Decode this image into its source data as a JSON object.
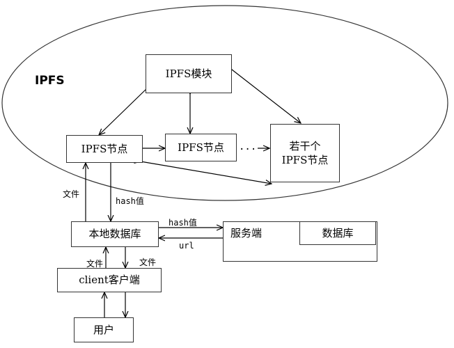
{
  "region_label": "IPFS",
  "nodes": {
    "ipfs_module": "IPFS模块",
    "ipfs_node_left": "IPFS节点",
    "ipfs_node_mid": "IPFS节点",
    "ipfs_nodes_multi_line1": "若干个",
    "ipfs_nodes_multi_line2": "IPFS节点",
    "local_db": "本地数据库",
    "server": "服务端",
    "database": "数据库",
    "client": "client客户端",
    "user": "用户"
  },
  "edge_labels": {
    "ellipsis": "...",
    "file_up": "文件",
    "hash_down": "hash值",
    "hash_to_server": "hash值",
    "url_back": "url",
    "file_client_up": "文件",
    "file_client_down": "文件"
  }
}
